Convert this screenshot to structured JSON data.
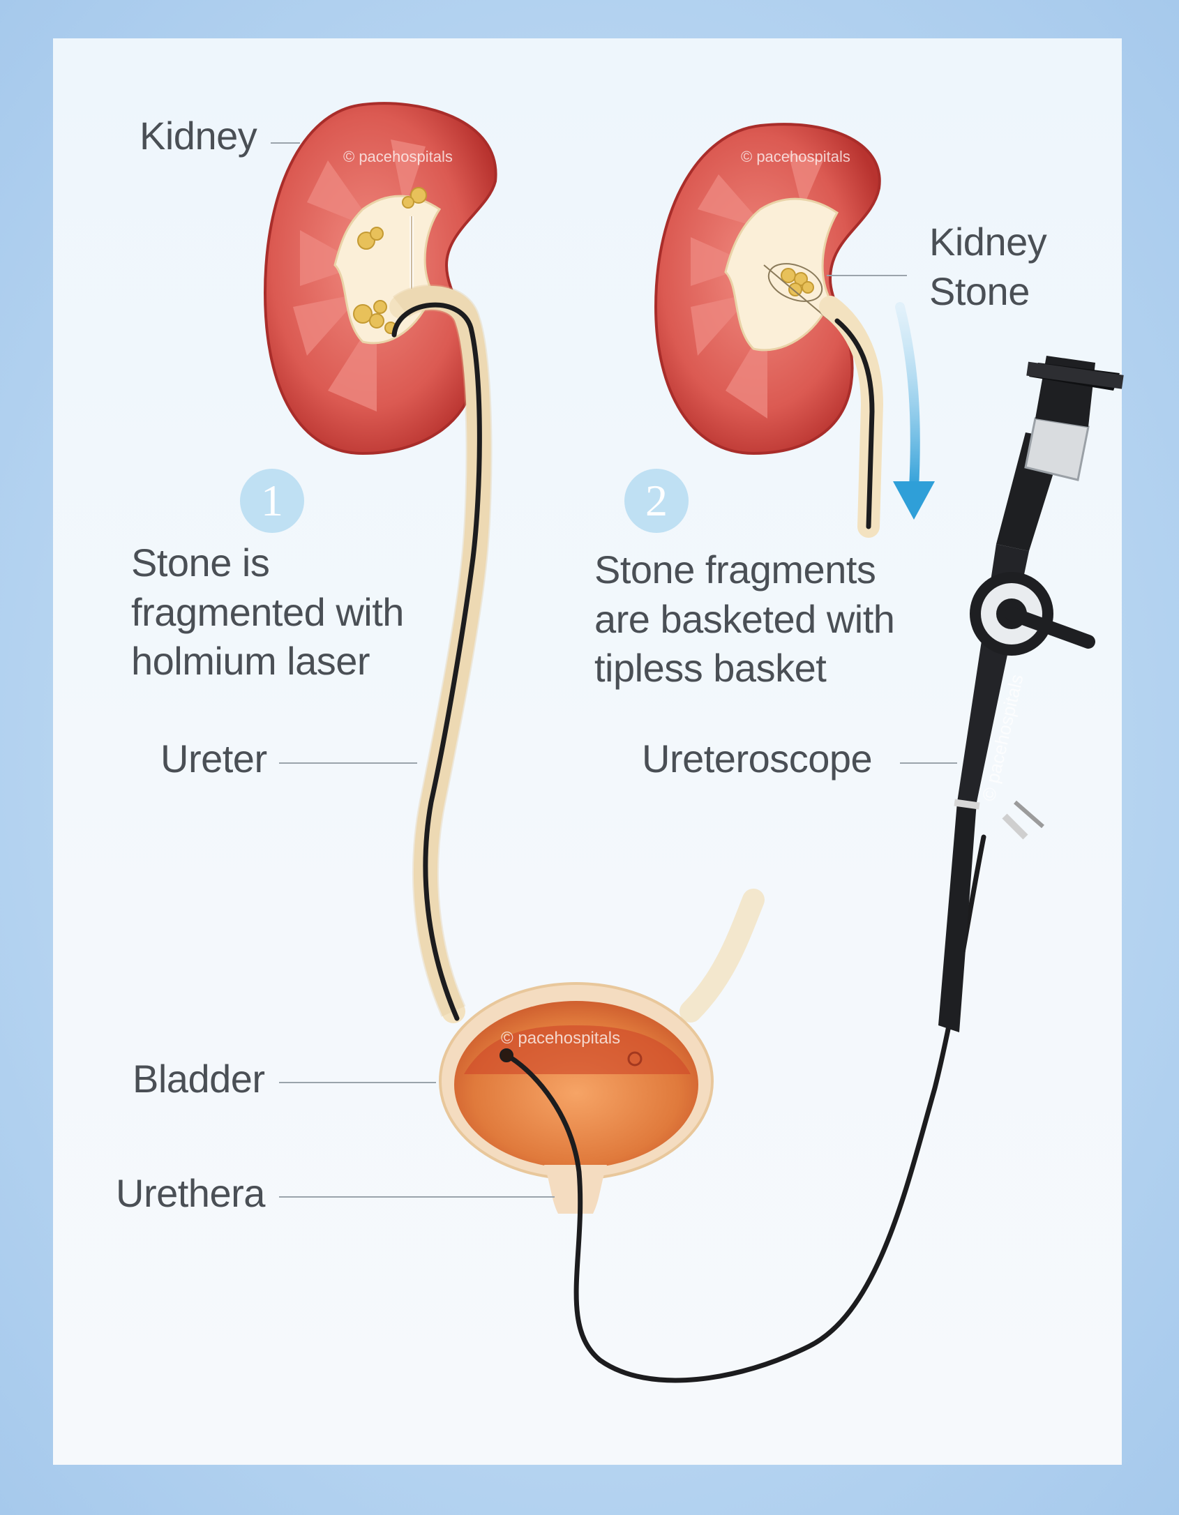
{
  "labels": {
    "kidney": "Kidney",
    "kidney_stone": [
      "Kidney",
      "Stone"
    ],
    "ureter": "Ureter",
    "ureteroscope": "Ureteroscope",
    "bladder": "Bladder",
    "urethra": "Urethera"
  },
  "steps": [
    {
      "number": "1",
      "text": [
        "Stone is",
        "fragmented with",
        "holmium laser"
      ]
    },
    {
      "number": "2",
      "text": [
        "Stone fragments",
        "are basketed with",
        "tipless basket"
      ]
    }
  ],
  "watermarks": {
    "kidney_left": "© pacehospitals",
    "kidney_right": "© pacehospitals",
    "bladder": "© pacehospitals",
    "scope": "© pacehospitals"
  },
  "colors": {
    "kidney": "#d9564e",
    "pelvis": "#fbefd8",
    "stone": "#e8c15a",
    "bladder": "#e07a3c",
    "scope": "#1e1f22",
    "arrow": "#2f9fd8",
    "leader_line": "#9aa3ab"
  }
}
